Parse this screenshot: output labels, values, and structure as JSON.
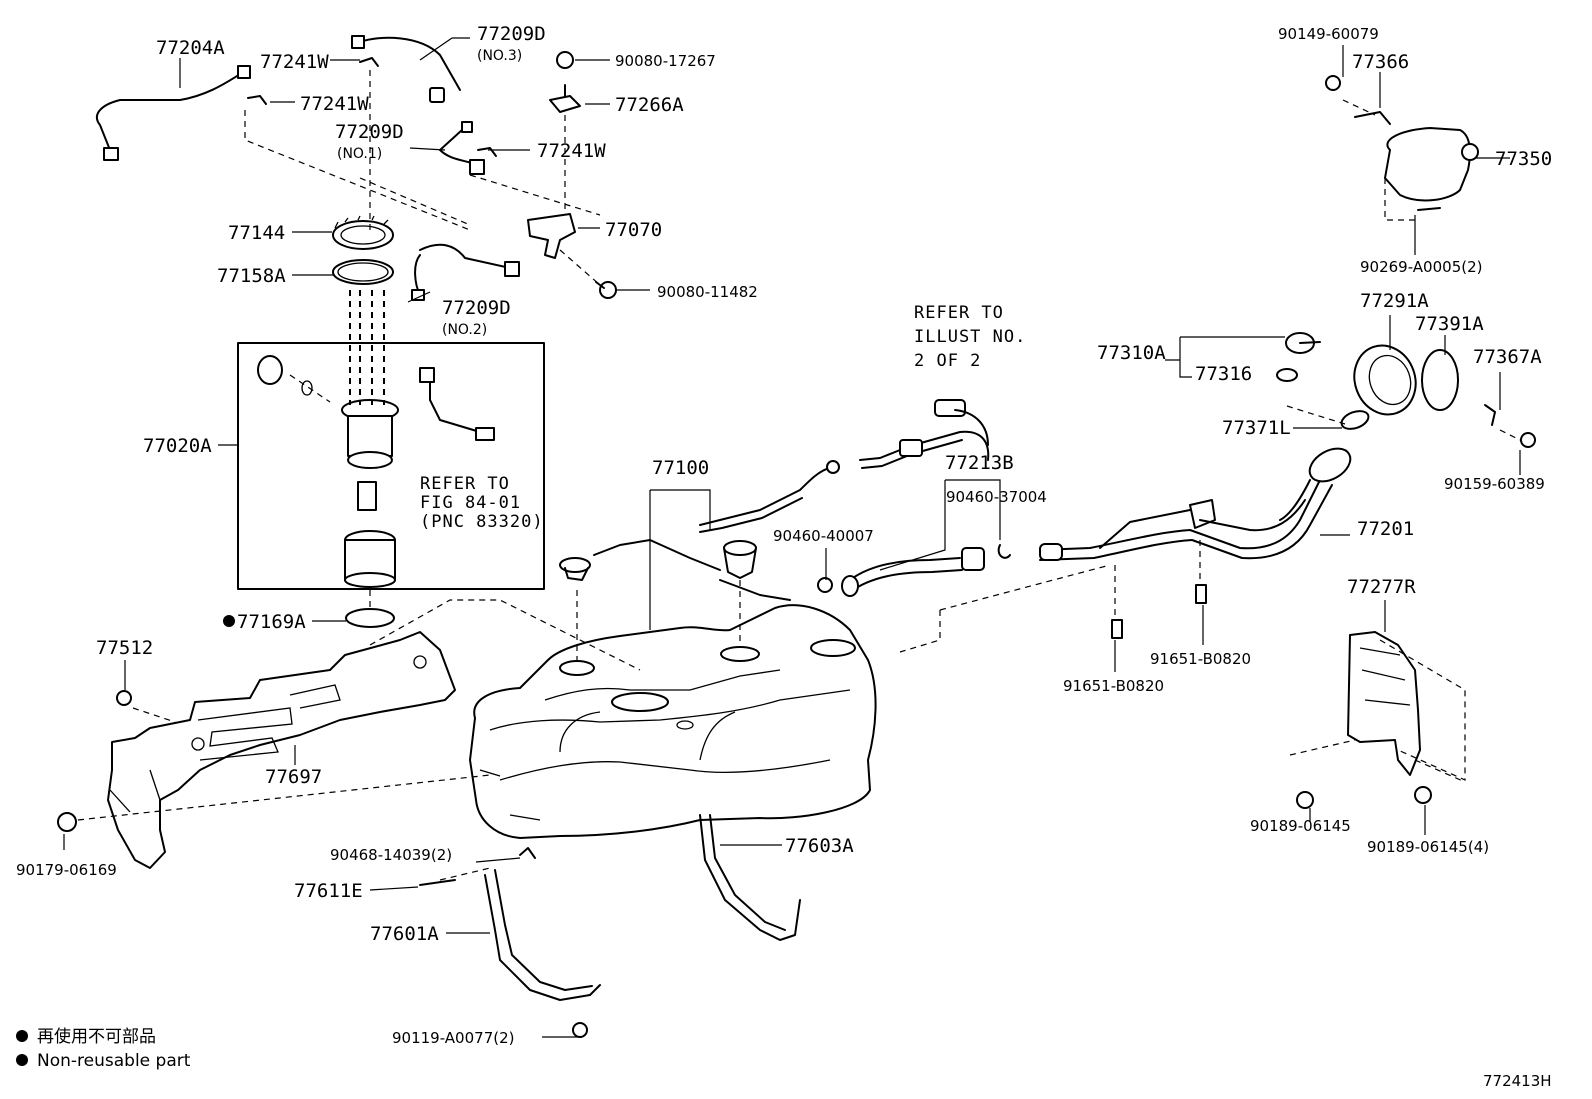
{
  "labels": {
    "p77204A": "77204A",
    "p77241W_1": "77241W",
    "p77241W_2": "77241W",
    "p77241W_3": "77241W",
    "p77209D_top": "77209D",
    "no3": "(NO.3)",
    "p77209D_mid": "77209D",
    "no1": "(NO.1)",
    "p77209D_low": "77209D",
    "no2": "(NO.2)",
    "p90080_17267": "90080-17267",
    "p77266A": "77266A",
    "p77070": "77070",
    "p90080_11482": "90080-11482",
    "p77144": "77144",
    "p77158A": "77158A",
    "p77020A": "77020A",
    "p77169A": "77169A",
    "p77512": "77512",
    "p77697": "77697",
    "p90179_06169": "90179-06169",
    "p77100": "77100",
    "p90460_40007": "90460-40007",
    "p77213B": "77213B",
    "p90460_37004": "90460-37004",
    "p91651_B0820_a": "91651-B0820",
    "p91651_B0820_b": "91651-B0820",
    "p77201": "77201",
    "p77310A": "77310A",
    "p77316": "77316",
    "p77371L": "77371L",
    "p77291A": "77291A",
    "p77391A": "77391A",
    "p77367A": "77367A",
    "p90159_60389": "90159-60389",
    "p90149_60079": "90149-60079",
    "p77366": "77366",
    "p77350": "77350",
    "p90269_A0005": "90269-A0005(2)",
    "p77277R": "77277R",
    "p90189_06145": "90189-06145",
    "p90189_06145_4": "90189-06145(4)",
    "p90468_14039": "90468-14039(2)",
    "p77611E": "77611E",
    "p77601A": "77601A",
    "p77603A": "77603A",
    "p90119_A0077": "90119-A0077(2)"
  },
  "notes": {
    "refer_illust_1": "REFER TO",
    "refer_illust_2": "ILLUST NO.",
    "refer_illust_3": "2 OF 2",
    "refer_fig_1": "REFER TO",
    "refer_fig_2": "FIG 84-01",
    "refer_fig_3": "(PNC 83320)"
  },
  "legend": {
    "jp": "再使用不可部品",
    "en": "Non-reusable part"
  },
  "illustration_code": "772413H"
}
